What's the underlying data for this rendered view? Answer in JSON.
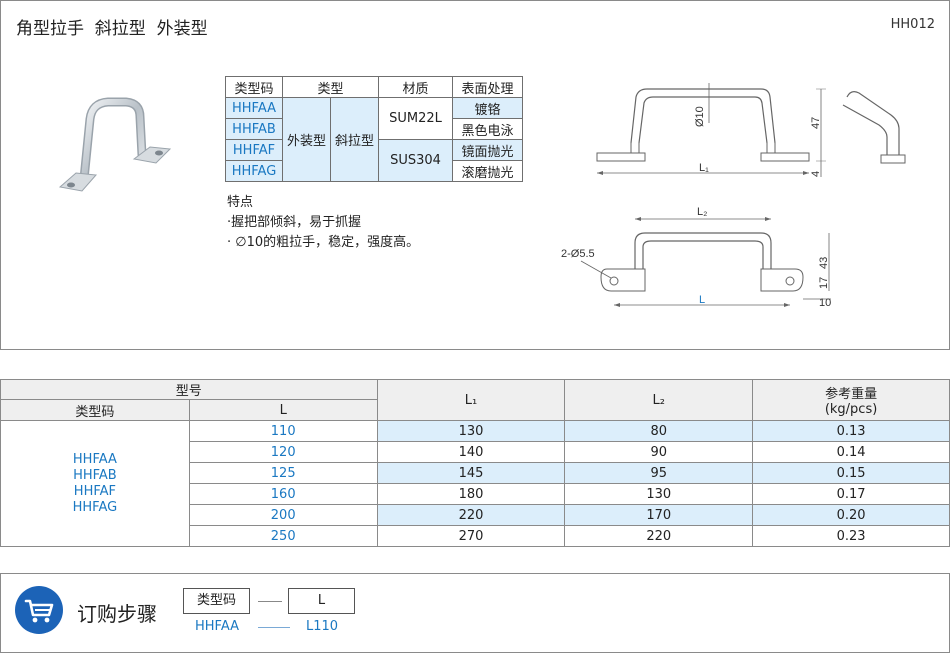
{
  "header": {
    "title": "角型拉手  斜拉型  外装型",
    "code": "HH012"
  },
  "spec_table": {
    "headers": [
      "类型码",
      "类型",
      "材质",
      "表面处理"
    ],
    "type_codes": [
      "HHFAA",
      "HHFAB",
      "HHFAF",
      "HHFAG"
    ],
    "type1": "外装型",
    "type2": "斜拉型",
    "materials": [
      "SUM22L",
      "SUS304"
    ],
    "surfaces": [
      "镀铬",
      "黑色电泳",
      "镜面抛光",
      "滚磨抛光"
    ]
  },
  "features": {
    "title": "特点",
    "items": [
      "·握把部倾斜，易于抓握",
      "· ∅10的粗拉手，稳定，强度高。"
    ]
  },
  "drawing": {
    "dia10": "Ø10",
    "h47": "47",
    "h4": "4",
    "L1": "L₁",
    "L2": "L₂",
    "hole": "2-Ø5.5",
    "h43": "43",
    "h17": "17",
    "L": "L",
    "w10": "10"
  },
  "dims_table": {
    "model_header": "型号",
    "type_code_header": "类型码",
    "l_header": "L",
    "l1_header": "L₁",
    "l2_header": "L₂",
    "weight_header": "参考重量",
    "weight_unit": "(kg/pcs)",
    "type_codes": [
      "HHFAA",
      "HHFAB",
      "HHFAF",
      "HHFAG"
    ],
    "rows": [
      {
        "L": "110",
        "L1": "130",
        "L2": "80",
        "weight": "0.13"
      },
      {
        "L": "120",
        "L1": "140",
        "L2": "90",
        "weight": "0.14"
      },
      {
        "L": "125",
        "L1": "145",
        "L2": "95",
        "weight": "0.15"
      },
      {
        "L": "160",
        "L1": "180",
        "L2": "130",
        "weight": "0.17"
      },
      {
        "L": "200",
        "L1": "220",
        "L2": "170",
        "weight": "0.20"
      },
      {
        "L": "250",
        "L1": "270",
        "L2": "220",
        "weight": "0.23"
      }
    ]
  },
  "order": {
    "title": "订购步骤",
    "box1": "类型码",
    "box2": "L",
    "example1": "HHFAA",
    "example2": "L110"
  },
  "colors": {
    "accent": "#1a78c2",
    "highlight": "#dceefb",
    "header_bg": "#efefef",
    "cart": "#1c63b7"
  }
}
